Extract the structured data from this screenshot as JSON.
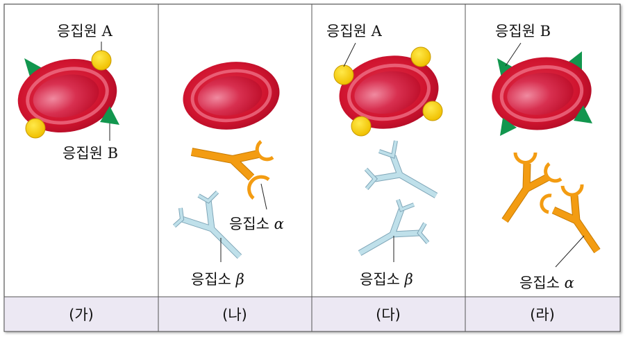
{
  "panels": [
    {
      "id": "ga",
      "footer": "(가)",
      "labels": [
        {
          "text": "응집원",
          "letter": "A"
        },
        {
          "text": "응집원",
          "letter": "B"
        }
      ]
    },
    {
      "id": "na",
      "footer": "(나)",
      "labels": [
        {
          "text": "응집소",
          "letter": "α"
        },
        {
          "text": "응집소",
          "letter": "β"
        }
      ]
    },
    {
      "id": "da",
      "footer": "(다)",
      "labels": [
        {
          "text": "응집원",
          "letter": "A"
        },
        {
          "text": "응집소",
          "letter": "β"
        }
      ]
    },
    {
      "id": "ra",
      "footer": "(라)",
      "labels": [
        {
          "text": "응집원",
          "letter": "B"
        },
        {
          "text": "응집소",
          "letter": "α"
        }
      ]
    }
  ],
  "colors": {
    "red_cell": "#d0142f",
    "antigen_a": "#f5d000",
    "antigen_b": "#12964e",
    "antibody_alpha": "#f39c12",
    "antibody_beta": "#bfe0ea",
    "footer_bg": "#ece8f3"
  }
}
